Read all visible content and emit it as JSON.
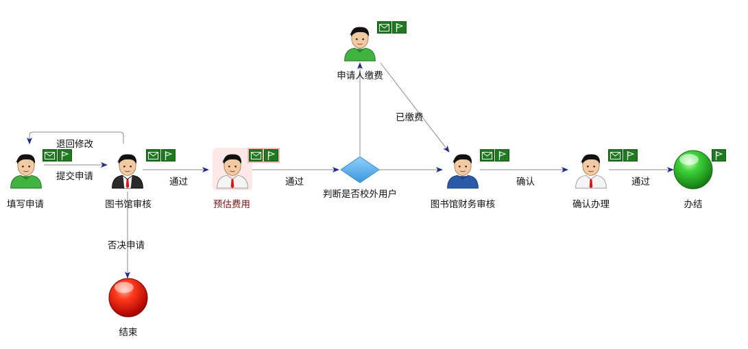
{
  "nodes": {
    "fill_apply": {
      "label": "填写申请"
    },
    "library_review": {
      "label": "图书馆审核"
    },
    "estimate_fee": {
      "label": "预估费用"
    },
    "decision": {
      "label": "判断是否校外用户"
    },
    "applicant_pay": {
      "label": "申请人缴费"
    },
    "finance_review": {
      "label": "图书馆财务审核"
    },
    "confirm_handle": {
      "label": "确认办理"
    },
    "done": {
      "label": "办结"
    },
    "end": {
      "label": "结束"
    }
  },
  "edges": {
    "return_modify": "退回修改",
    "submit_apply": "提交申请",
    "pass_1": "通过",
    "pass_2": "通过",
    "reject_apply": "否决申请",
    "paid": "已缴费",
    "confirm": "确认",
    "pass_3": "通过"
  },
  "badges": {
    "mail_icon": "mail-icon",
    "flag_icon": "flag-icon"
  },
  "colors": {
    "arrow": "#1f2a8a",
    "badge": "#1f7a1f",
    "decision": "#5aaee6",
    "end_red": "#e01b1b",
    "done_green": "#2fb42f",
    "green_shirt": "#3fb53f",
    "blue_shirt": "#2a5aa8",
    "highlight_label": "#7a1010"
  }
}
